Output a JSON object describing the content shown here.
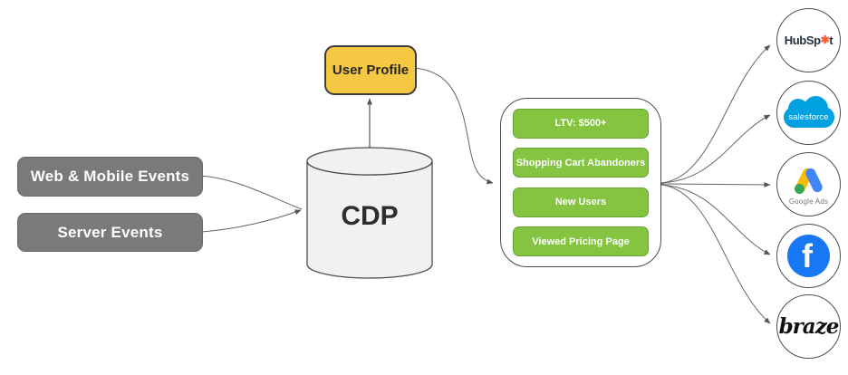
{
  "sources": [
    {
      "label": "Web & Mobile Events"
    },
    {
      "label": "Server Events"
    }
  ],
  "cdp": {
    "label": "CDP"
  },
  "user_profile": {
    "label": "User Profile"
  },
  "segments": [
    {
      "label": "LTV: $500+"
    },
    {
      "label": "Shopping Cart Abandoners"
    },
    {
      "label": "New Users"
    },
    {
      "label": "Viewed Pricing Page"
    }
  ],
  "integrations": {
    "hubspot": {
      "name": "HubSpot",
      "word_pre": "HubSp",
      "sprocket_glyph": "✱",
      "word_post": "t"
    },
    "salesforce": {
      "name": "Salesforce",
      "wordmark": "salesforce"
    },
    "google_ads": {
      "name": "Google Ads",
      "caption": "Google Ads"
    },
    "facebook": {
      "name": "Facebook",
      "letter": "f"
    },
    "braze": {
      "name": "Braze",
      "wordmark": "braze"
    }
  },
  "colors": {
    "source_gray": "#7a7a7a",
    "profile_yellow": "#f5c843",
    "segment_green": "#85c441",
    "segment_green_border": "#63a433",
    "cylinder_fill": "#f1f1f1",
    "connector": "#666666",
    "hubspot_navy": "#213343",
    "hubspot_orange": "#ff5c35",
    "salesforce_blue": "#00a1e0",
    "google_blue": "#4285f4",
    "google_yellow": "#fbbc04",
    "google_green": "#34a853",
    "facebook_blue": "#1877f2"
  }
}
